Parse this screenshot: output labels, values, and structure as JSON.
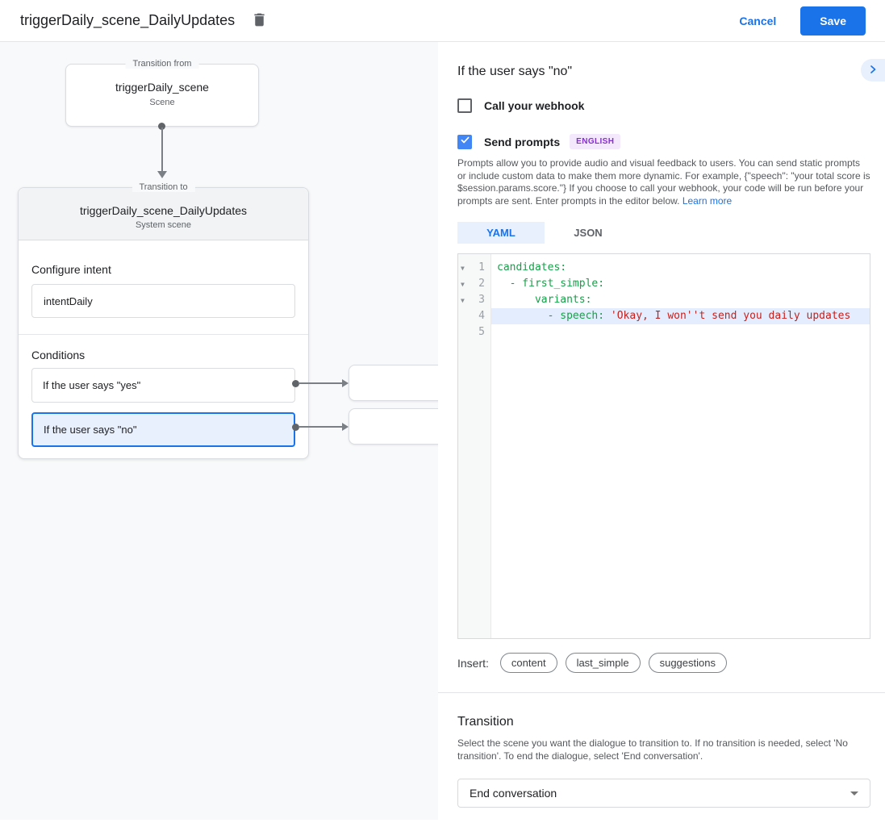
{
  "header": {
    "title": "triggerDaily_scene_DailyUpdates",
    "cancel_label": "Cancel",
    "save_label": "Save"
  },
  "diagram": {
    "from_box": {
      "legend": "Transition from",
      "title": "triggerDaily_scene",
      "subtitle": "Scene"
    },
    "to_box": {
      "legend": "Transition to",
      "title": "triggerDaily_scene_DailyUpdates",
      "subtitle": "System scene",
      "configure_intent_label": "Configure intent",
      "intent_value": "intentDaily",
      "conditions_label": "Conditions",
      "conditions": [
        {
          "label": "If the user says \"yes\"",
          "selected": false
        },
        {
          "label": "If the user says \"no\"",
          "selected": true
        }
      ]
    }
  },
  "panel": {
    "title": "If the user says \"no\"",
    "webhook": {
      "label": "Call your webhook",
      "checked": false
    },
    "prompts": {
      "label": "Send prompts",
      "checked": true,
      "badge": "ENGLISH"
    },
    "description": "Prompts allow you to provide audio and visual feedback to users. You can send static prompts or include custom data to make them more dynamic. For example, {\"speech\": \"your total score is $session.params.score.\"} If you choose to call your webhook, your code will be run before your prompts are sent. Enter prompts in the editor below.",
    "learn_more_label": "Learn more",
    "tabs": [
      {
        "label": "YAML",
        "active": true
      },
      {
        "label": "JSON",
        "active": false
      }
    ],
    "editor": {
      "fold_icon": "▼",
      "lines": [
        {
          "num": "1",
          "key": "candidates:",
          "str": ""
        },
        {
          "num": "2",
          "key": "  - first_simple:",
          "str": ""
        },
        {
          "num": "3",
          "key": "      variants:",
          "str": ""
        },
        {
          "num": "4",
          "key": "        - speech: ",
          "str": "'Okay, I won''t send you daily updates"
        },
        {
          "num": "5",
          "key": "",
          "str": ""
        }
      ]
    },
    "insert": {
      "label": "Insert:",
      "chips": [
        "content",
        "last_simple",
        "suggestions"
      ]
    },
    "transition": {
      "title": "Transition",
      "description": "Select the scene you want the dialogue to transition to. If no transition is needed, select 'No transition'. To end the dialogue, select 'End conversation'.",
      "dropdown_value": "End conversation"
    }
  },
  "colors": {
    "accent_blue": "#1a73e8",
    "checkbox_blue": "#4285f4",
    "selected_condition_bg": "#e8f0fe",
    "badge_purple_text": "#8430ce",
    "badge_purple_bg": "#f4e8fd",
    "code_key_green": "#18a049",
    "code_string_red": "#c5221f",
    "active_line_bg": "#e3edfd",
    "canvas_bg": "#f8f9fa"
  }
}
